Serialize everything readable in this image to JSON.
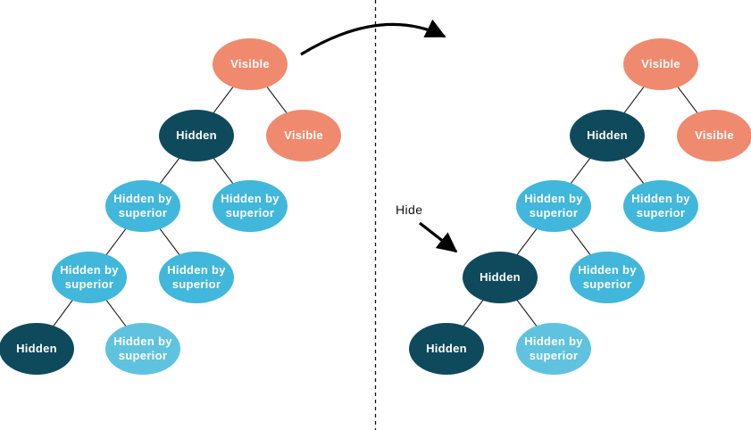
{
  "annotation": {
    "label": "Hide"
  },
  "icons": {
    "transform_arrow": "curved-right-arrow",
    "hide_arrow": "diagonal-down-right-arrow"
  },
  "colors": {
    "visible": "#F08A6E",
    "hidden": "#0F4A5C",
    "hidden_by_superior": "#41B7DB",
    "hidden_by_superior_light": "#5FC3DF",
    "edge_line": "#1A1A1A",
    "arrow": "#000000",
    "background": "#FFFFFF"
  },
  "trees": [
    {
      "side": "left",
      "nodes": [
        {
          "label": "Visible",
          "state": "visible"
        },
        {
          "label": "Hidden",
          "state": "hidden"
        },
        {
          "label": "Visible",
          "state": "visible"
        },
        {
          "label": "Hidden by superior",
          "state": "hidden-by-superior"
        },
        {
          "label": "Hidden by superior",
          "state": "hidden-by-superior"
        },
        {
          "label": "Hidden by superior",
          "state": "hidden-by-superior"
        },
        {
          "label": "Hidden by superior",
          "state": "hidden-by-superior"
        },
        {
          "label": "Hidden",
          "state": "hidden"
        },
        {
          "label": "Hidden by superior",
          "state": "hidden-by-superior-light"
        }
      ]
    },
    {
      "side": "right",
      "nodes": [
        {
          "label": "Visible",
          "state": "visible"
        },
        {
          "label": "Hidden",
          "state": "hidden"
        },
        {
          "label": "Visible",
          "state": "visible"
        },
        {
          "label": "Hidden by superior",
          "state": "hidden-by-superior"
        },
        {
          "label": "Hidden by superior",
          "state": "hidden-by-superior"
        },
        {
          "label": "Hidden",
          "state": "hidden"
        },
        {
          "label": "Hidden by superior",
          "state": "hidden-by-superior"
        },
        {
          "label": "Hidden",
          "state": "hidden"
        },
        {
          "label": "Hidden by superior",
          "state": "hidden-by-superior-light"
        }
      ]
    }
  ]
}
